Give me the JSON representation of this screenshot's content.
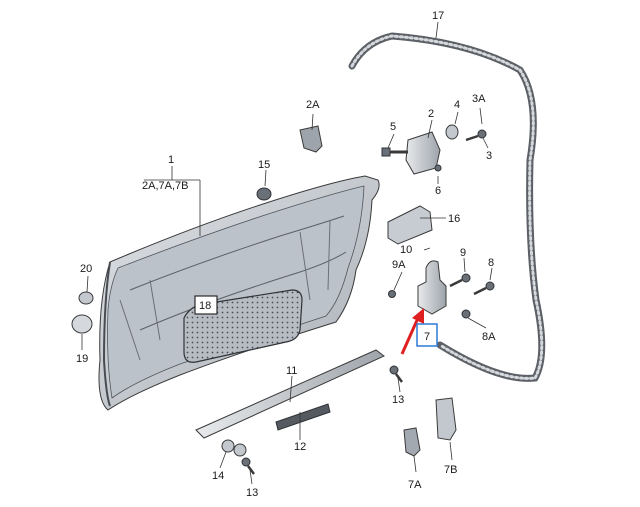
{
  "diagram": {
    "labels": {
      "l1": "1",
      "l1_sub": "2A,7A,7B",
      "l2": "2",
      "l2A": "2A",
      "l3": "3",
      "l3A": "3A",
      "l4": "4",
      "l5": "5",
      "l6": "6",
      "l7": "7",
      "l7A": "7A",
      "l7B": "7B",
      "l8": "8",
      "l8A": "8A",
      "l9": "9",
      "l9A": "9A",
      "l10": "10",
      "l11": "11",
      "l12": "12",
      "l13a": "13",
      "l13b": "13",
      "l14": "14",
      "l15": "15",
      "l16": "16",
      "l17": "17",
      "l18": "18",
      "l19": "19",
      "l20": "20"
    },
    "colors": {
      "door_shell": "#cfd3d8",
      "door_shell_dark": "#9aa1a9",
      "insulation_pad": "#aeb4bb",
      "highlight_box": "#2e7bd6",
      "pointer_arrow": "#e02020",
      "seal": "#6e7379"
    }
  }
}
